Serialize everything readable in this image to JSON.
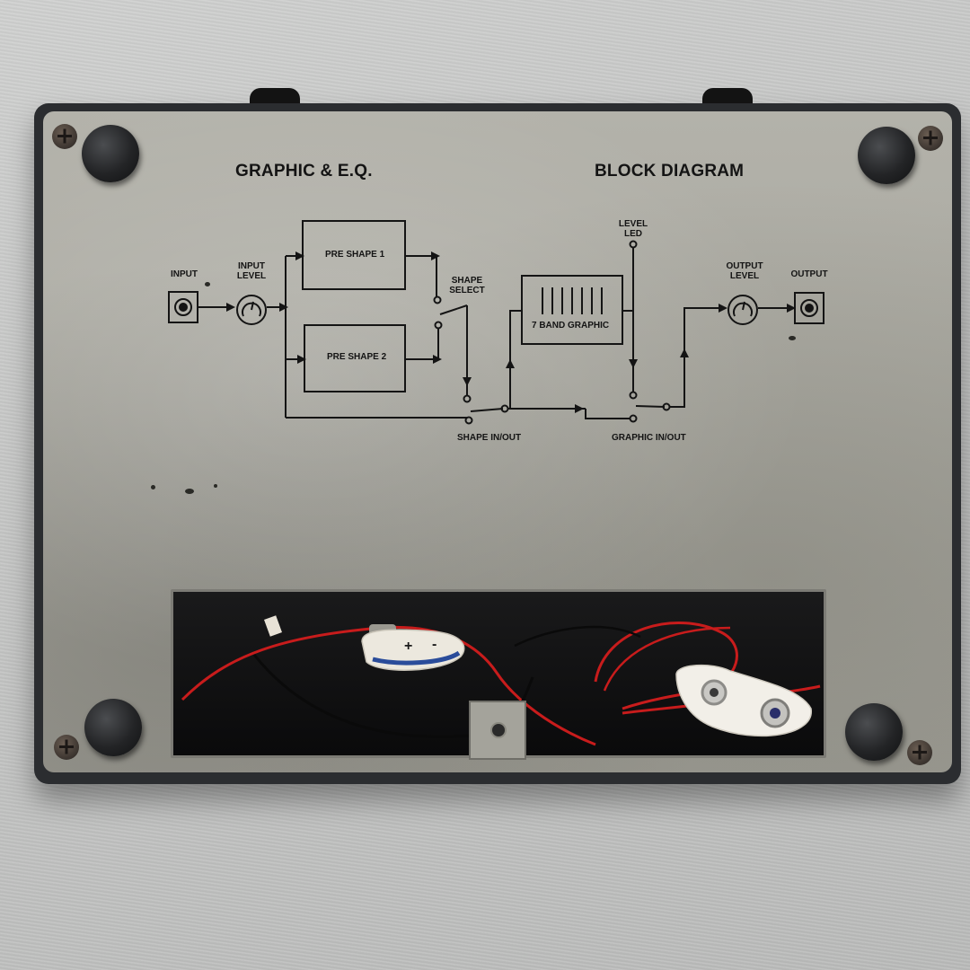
{
  "panel": {
    "heading_left": "GRAPHIC & E.Q.",
    "heading_right": "BLOCK DIAGRAM"
  },
  "diagram": {
    "input": "INPUT",
    "input_level": "INPUT LEVEL",
    "pre_shape_1": "PRE SHAPE 1",
    "pre_shape_2": "PRE SHAPE 2",
    "shape_select": "SHAPE SELECT",
    "shape_in_out": "SHAPE IN/OUT",
    "seven_band_graphic": "7 BAND GRAPHIC",
    "level_led": "LEVEL LED",
    "graphic_in_out": "GRAPHIC IN/OUT",
    "output_level": "OUTPUT LEVEL",
    "output": "OUTPUT"
  },
  "battery_snap": {
    "plus": "+",
    "minus": "-"
  },
  "colors": {
    "plate": "#aaa9a1",
    "ink": "#141414",
    "enclosure": "#2b2d30",
    "wire_red": "#c81c1c",
    "wire_black": "#0a0a0a"
  }
}
